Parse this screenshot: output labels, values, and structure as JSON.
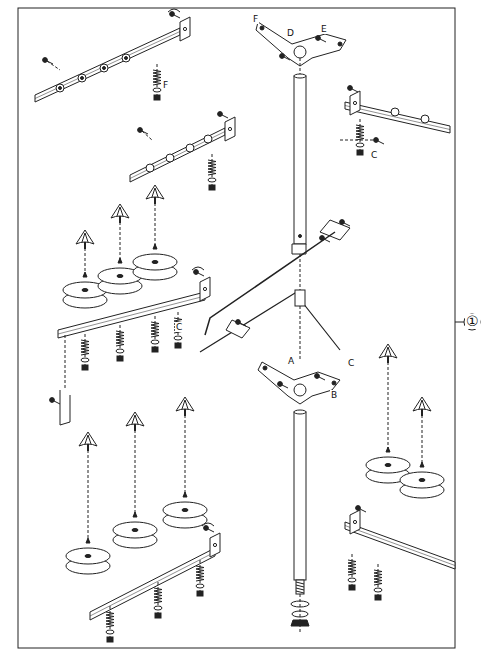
{
  "diagram": {
    "labels": [
      "F",
      "D",
      "E",
      "F",
      "C",
      "C",
      "C",
      "A",
      "B",
      "①"
    ]
  }
}
